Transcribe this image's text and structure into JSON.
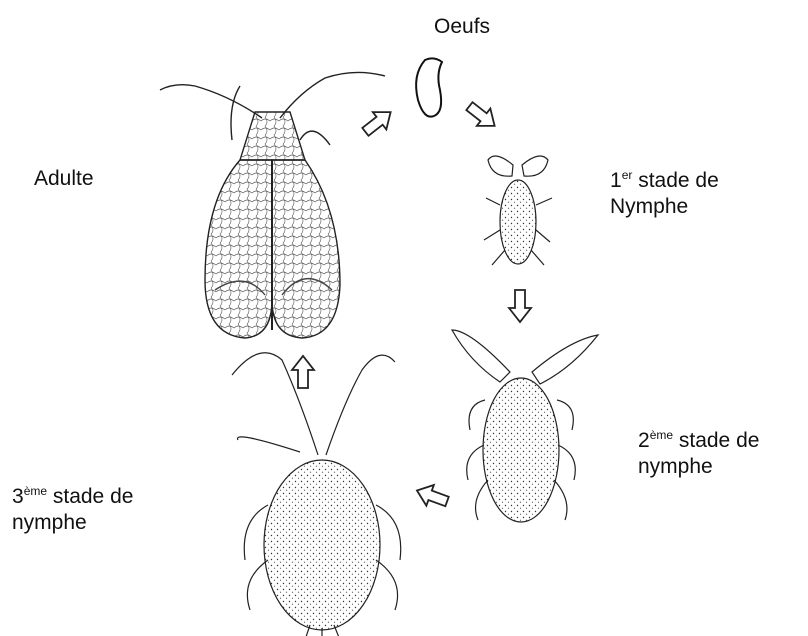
{
  "stages": {
    "oeufs": {
      "text": "Oeufs"
    },
    "adulte": {
      "text": "Adulte"
    },
    "stade1": {
      "num": "1",
      "sup": "er",
      "rest": " stade de",
      "line2": "Nymphe"
    },
    "stade2": {
      "num": "2",
      "sup": "ème",
      "rest": " stade de",
      "line2": "nymphe"
    },
    "stade3": {
      "num": "3",
      "sup": "ème",
      "rest": " stade de",
      "line2": "nymphe"
    }
  }
}
